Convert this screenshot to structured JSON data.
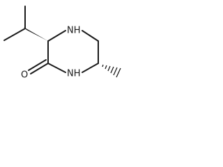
{
  "molecule": {
    "atoms": {
      "nh_top": "NH",
      "nh_bottom": "NH",
      "oxygen": "O"
    }
  }
}
